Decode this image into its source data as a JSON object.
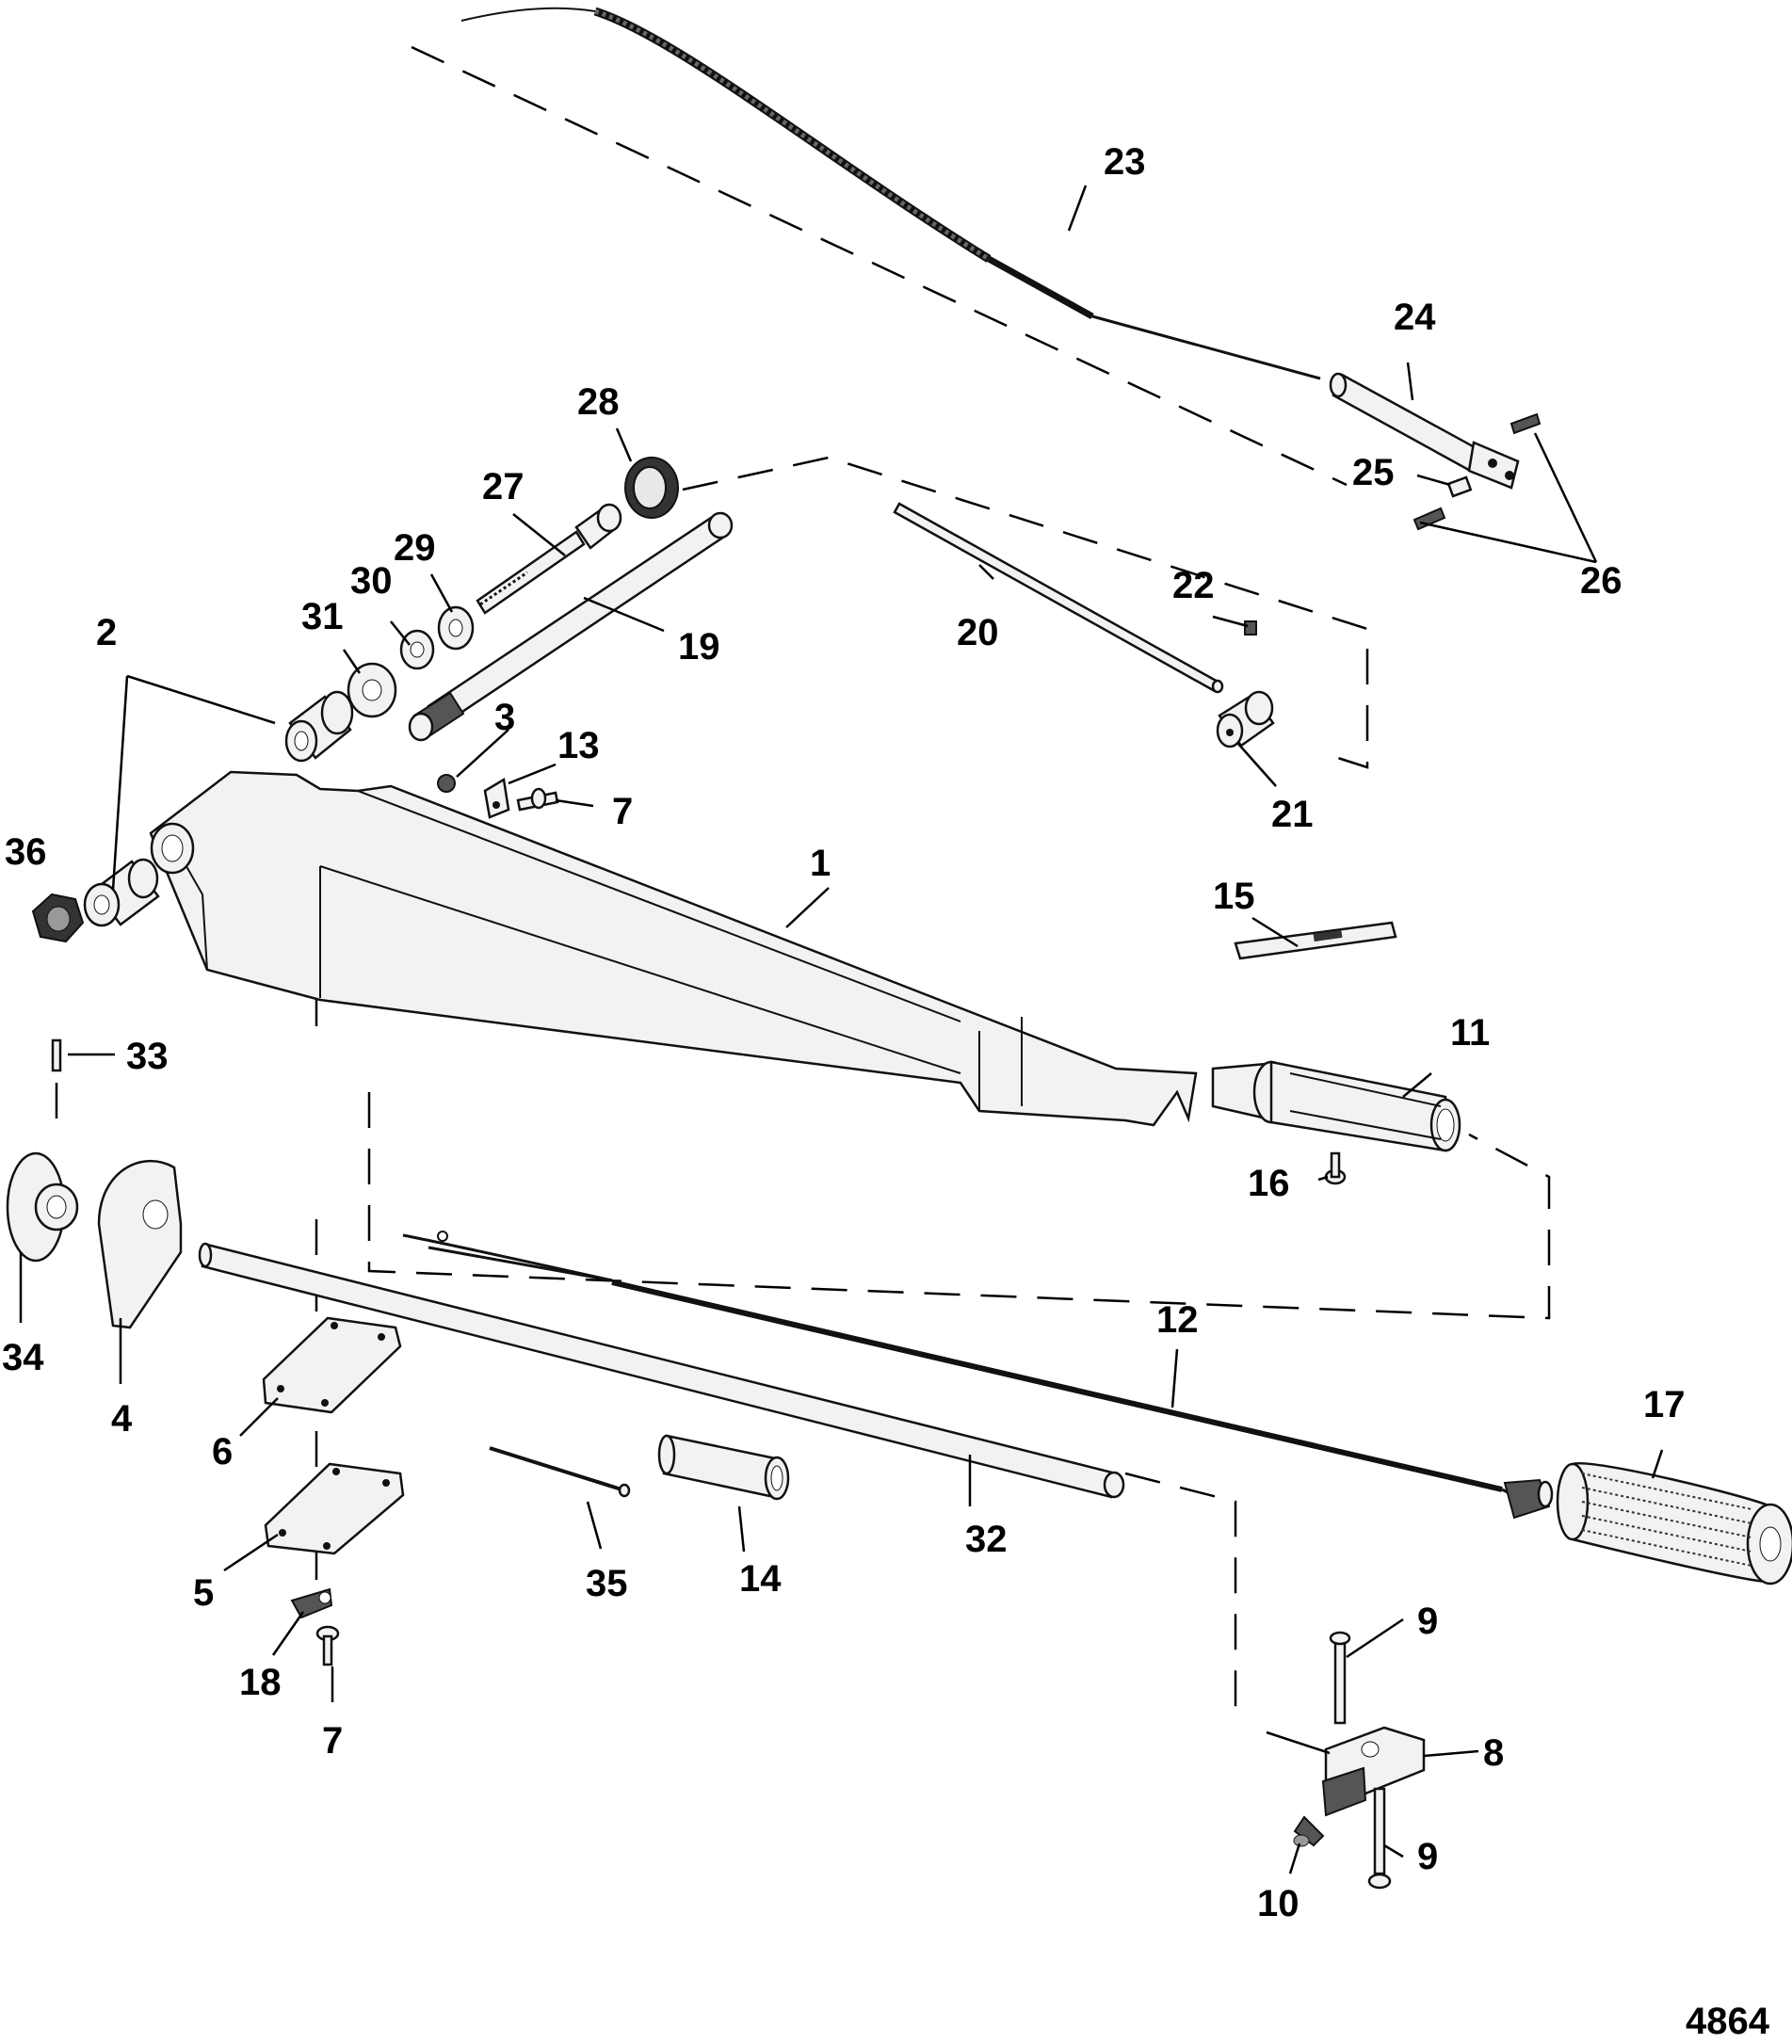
{
  "figure_number": "4864",
  "callouts": {
    "c1": "1",
    "c2": "2",
    "c3": "3",
    "c4": "4",
    "c5": "5",
    "c6": "6",
    "c7a": "7",
    "c7b": "7",
    "c8": "8",
    "c9a": "9",
    "c9b": "9",
    "c10": "10",
    "c11": "11",
    "c12": "12",
    "c13": "13",
    "c14": "14",
    "c15": "15",
    "c16": "16",
    "c17": "17",
    "c18": "18",
    "c19": "19",
    "c20": "20",
    "c21": "21",
    "c22": "22",
    "c23": "23",
    "c24": "24",
    "c25": "25",
    "c26": "26",
    "c27": "27",
    "c28": "28",
    "c29": "29",
    "c30": "30",
    "c31": "31",
    "c32": "32",
    "c33": "33",
    "c34": "34",
    "c35": "35",
    "c36": "36"
  }
}
